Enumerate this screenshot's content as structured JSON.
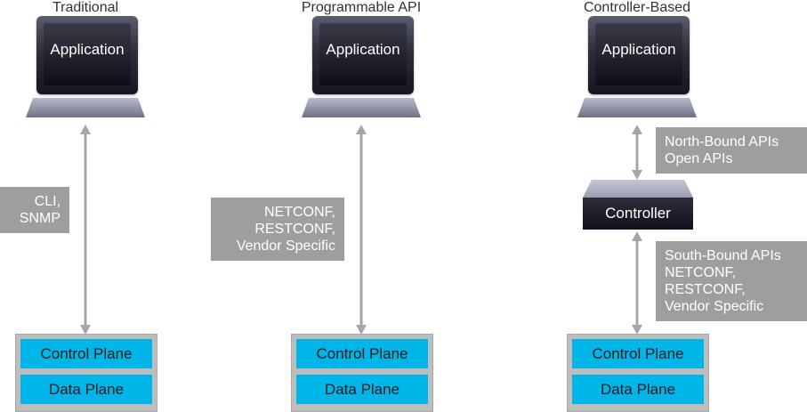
{
  "columns": [
    {
      "title": "Traditional",
      "application_label": "Application",
      "protocol_box": "CLI,\nSNMP",
      "planes": [
        "Control Plane",
        "Data Plane"
      ]
    },
    {
      "title": "Programmable API",
      "application_label": "Application",
      "protocol_box": "NETCONF,\nRESTCONF,\nVendor Specific",
      "planes": [
        "Control Plane",
        "Data Plane"
      ]
    },
    {
      "title": "Controller-Based",
      "application_label": "Application",
      "controller_label": "Controller",
      "north_box": "North-Bound APIs\nOpen APIs",
      "south_box": "South-Bound APIs\nNETCONF,\nRESTCONF,\nVendor Specific",
      "planes": [
        "Control Plane",
        "Data Plane"
      ]
    }
  ],
  "colors": {
    "plane_fill": "#00b5e8",
    "plane_frame": "#bdbdbd",
    "label_box": "#9e9e9e",
    "arrow": "#a6a6a6"
  }
}
